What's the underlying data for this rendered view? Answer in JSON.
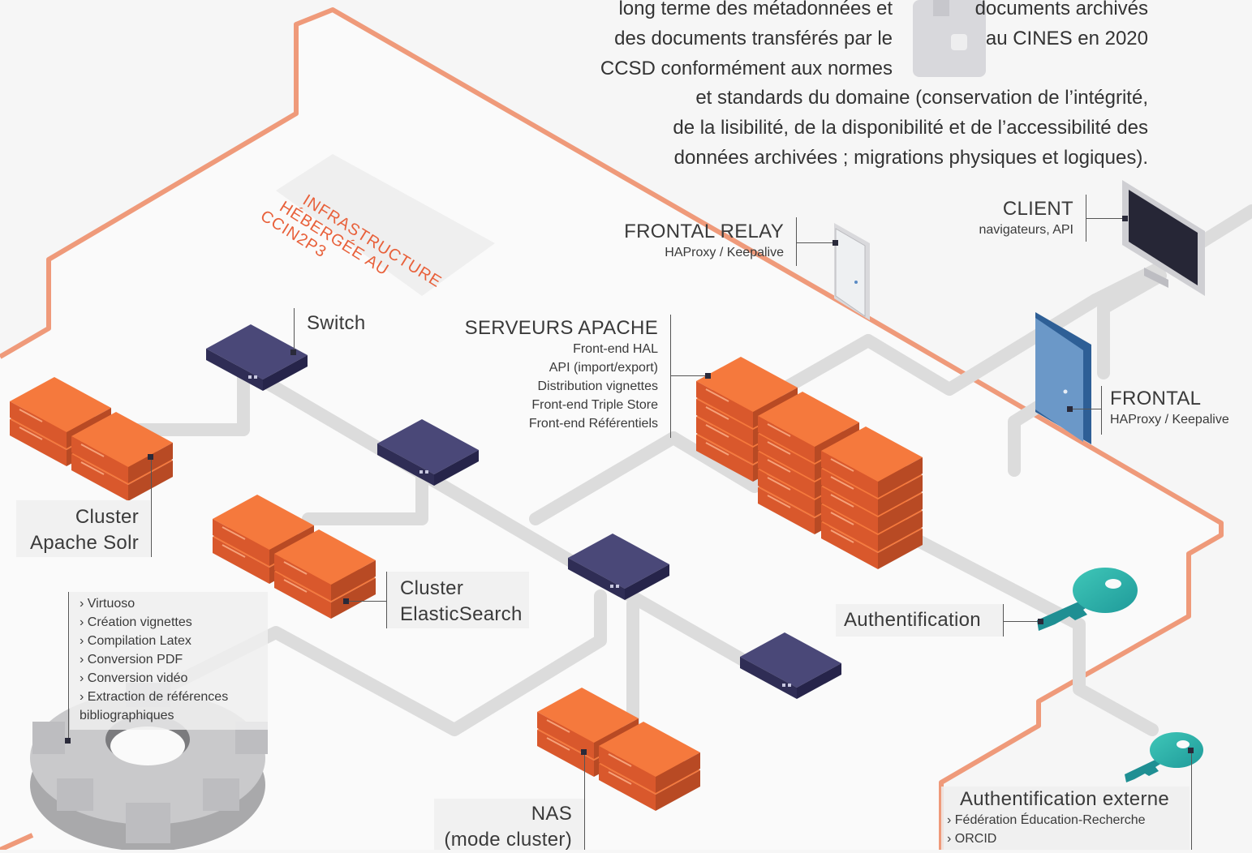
{
  "intro": {
    "lines_left": [
      "long terme des métadonnées et",
      "des documents transférés par le",
      "CCSD conformément aux normes"
    ],
    "lines_right_top": [
      "documents archivés",
      "au CINES en 2020"
    ],
    "lines_bottom": [
      "et standards du domaine (conservation de l’intégrité,",
      "de la lisibilité, de la disponibilité et de l’accessibilité des",
      "données archivées ; migrations physiques et logiques)."
    ]
  },
  "zone_label": [
    "INFRASTRUCTURE",
    "HÉBERGÉE AU",
    "CCIN2P3"
  ],
  "client": {
    "title": "CLIENT",
    "subtitle": "navigateurs, API"
  },
  "frontal_relay": {
    "title": "FRONTAL RELAY",
    "subtitle": "HAProxy / Keepalive"
  },
  "frontal": {
    "title": "FRONTAL",
    "subtitle": "HAProxy / Keepalive"
  },
  "switch": {
    "title": "Switch"
  },
  "apache": {
    "title": "SERVEURS APACHE",
    "items": [
      "Front-end HAL",
      "API (import/export)",
      "Distribution vignettes",
      "Front-end Triple Store",
      "Front-end Référentiels"
    ]
  },
  "solr": {
    "line1": "Cluster",
    "line2": "Apache Solr"
  },
  "elastic": {
    "line1": "Cluster",
    "line2": "ElasticSearch"
  },
  "processing": {
    "items": [
      "›  Virtuoso",
      "›  Création vignettes",
      "›  Compilation Latex",
      "›  Conversion PDF",
      "›  Conversion vidéo",
      "›  Extraction de références",
      "bibliographiques"
    ]
  },
  "nas": {
    "line1": "NAS",
    "line2": "(mode cluster)"
  },
  "auth": {
    "title": "Authentification"
  },
  "auth_ext": {
    "title": "Authentification externe",
    "items": [
      "›  Fédération Éducation-Recherche",
      "›  ORCID"
    ]
  },
  "colors": {
    "server_orange": "#ee6a3a",
    "switch_navy": "#3e3c66",
    "border_salmon": "#ef9a7a",
    "cable_grey": "#d9d9d9",
    "key_teal": "#2fb3aa",
    "door_blue": "#5a8ac4",
    "zone_label": "#e8603a"
  },
  "icons": [
    "server-icon",
    "switch-icon",
    "door-icon",
    "monitor-icon",
    "key-icon",
    "gear-icon",
    "archive-icon"
  ]
}
